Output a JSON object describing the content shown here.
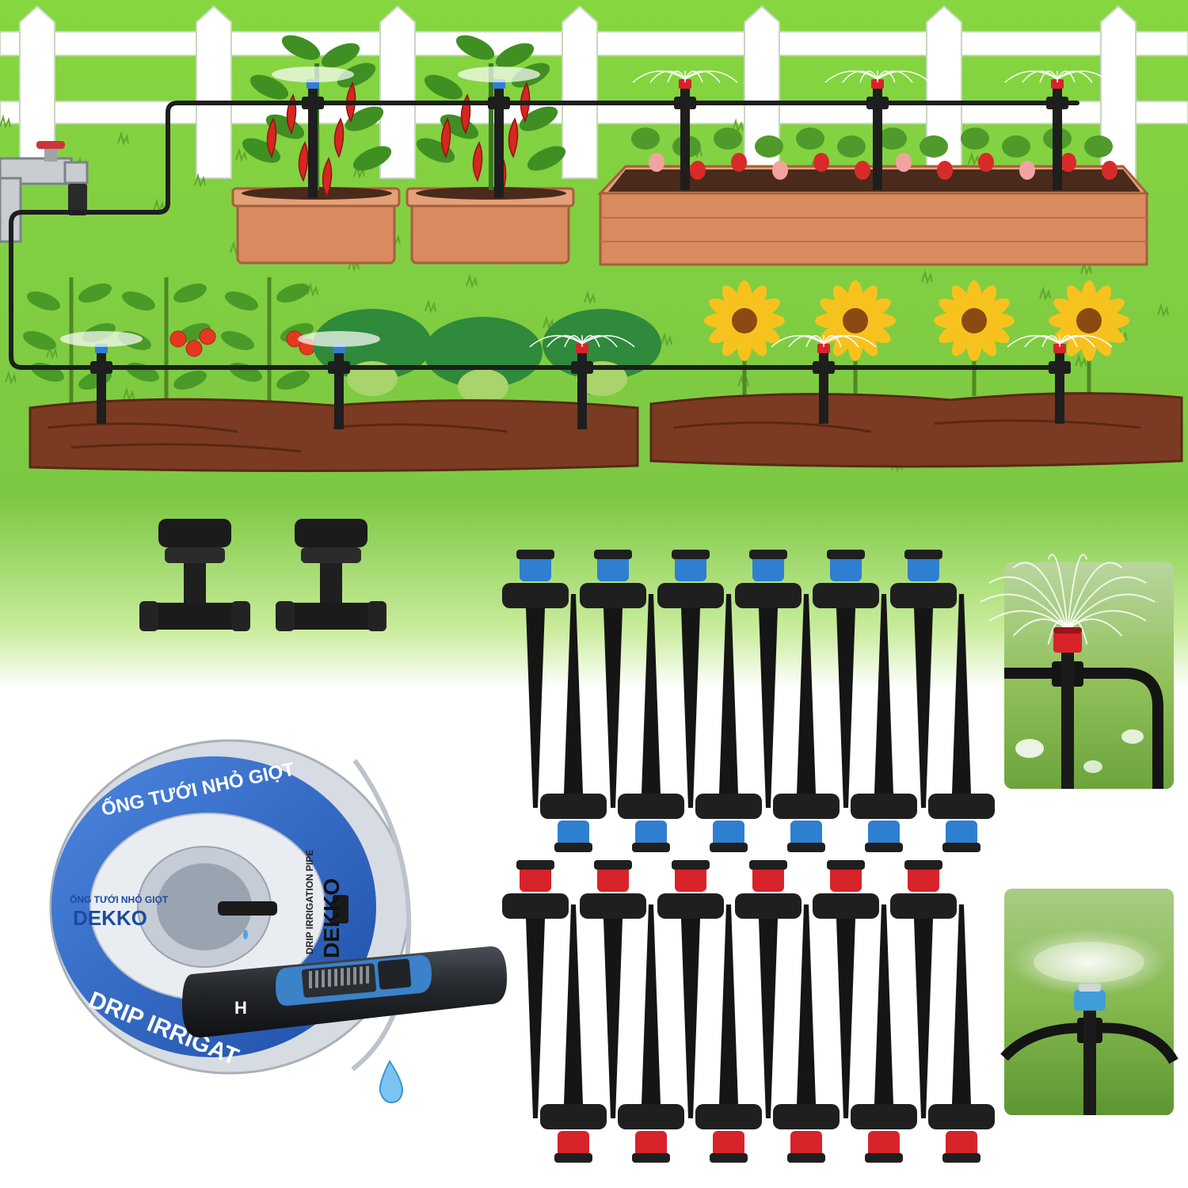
{
  "reel": {
    "ring_text_top": "ỐNG TƯỚI NHỎ GIỌT",
    "ring_text_bottom": "DRIP IRRIGAT",
    "hub_small_text": "ỐNG TƯỚI NHỎ GIỌT",
    "hub_brand": "DEKKO",
    "side_label": "DRIP IRRIGATION PIPE",
    "side_brand": "DEKKO",
    "hose_text": "H"
  },
  "colors": {
    "grass": "#7cc843",
    "sky": "#7ad23a",
    "fence": "#ffffff",
    "soil": "#7a3b22",
    "planter": "#d98a5f",
    "pipe": "#1e1e1e",
    "nozzle_blue": "#2f7fd0",
    "nozzle_red": "#d8232a",
    "reel_blue": "#2c62c7",
    "reel_silver": "#d7dce3"
  },
  "products": {
    "blue_nozzle_count": 12,
    "red_nozzle_count": 12,
    "tee_connector_count": 2
  }
}
